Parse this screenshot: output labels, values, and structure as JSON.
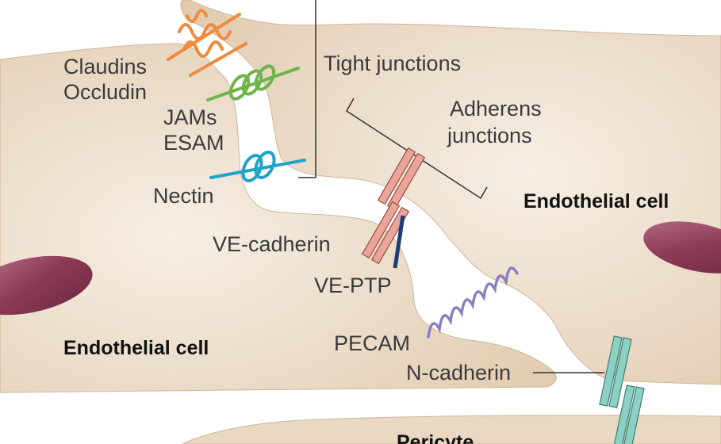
{
  "labels": {
    "claudins": "Claudins",
    "occludin": "Occludin",
    "jams": "JAMs",
    "esam": "ESAM",
    "nectin": "Nectin",
    "tight_junctions": "Tight junctions",
    "adherens_line1": "Adherens",
    "adherens_line2": "junctions",
    "endothelial_right": "Endothelial cell",
    "endothelial_left": "Endothelial cell",
    "ve_cadherin": "VE-cadherin",
    "ve_ptp": "VE-PTP",
    "pecam": "PECAM",
    "n_cadherin": "N-cadherin",
    "pericyte": "Pericyte"
  },
  "colors": {
    "cell": "#e6d3bb",
    "cell_light": "#f3ebe0",
    "junction_gap": "#ffffff",
    "nucleus": "#8c3a55",
    "claudins": "#f08a3c",
    "jams": "#6fb44a",
    "nectin": "#21a3c9",
    "ve_cadherin": "#e9a59a",
    "ve_ptp": "#1d3c78",
    "pecam": "#8a7fc0",
    "n_cadherin": "#8cd0c4",
    "leader": "#333333"
  }
}
